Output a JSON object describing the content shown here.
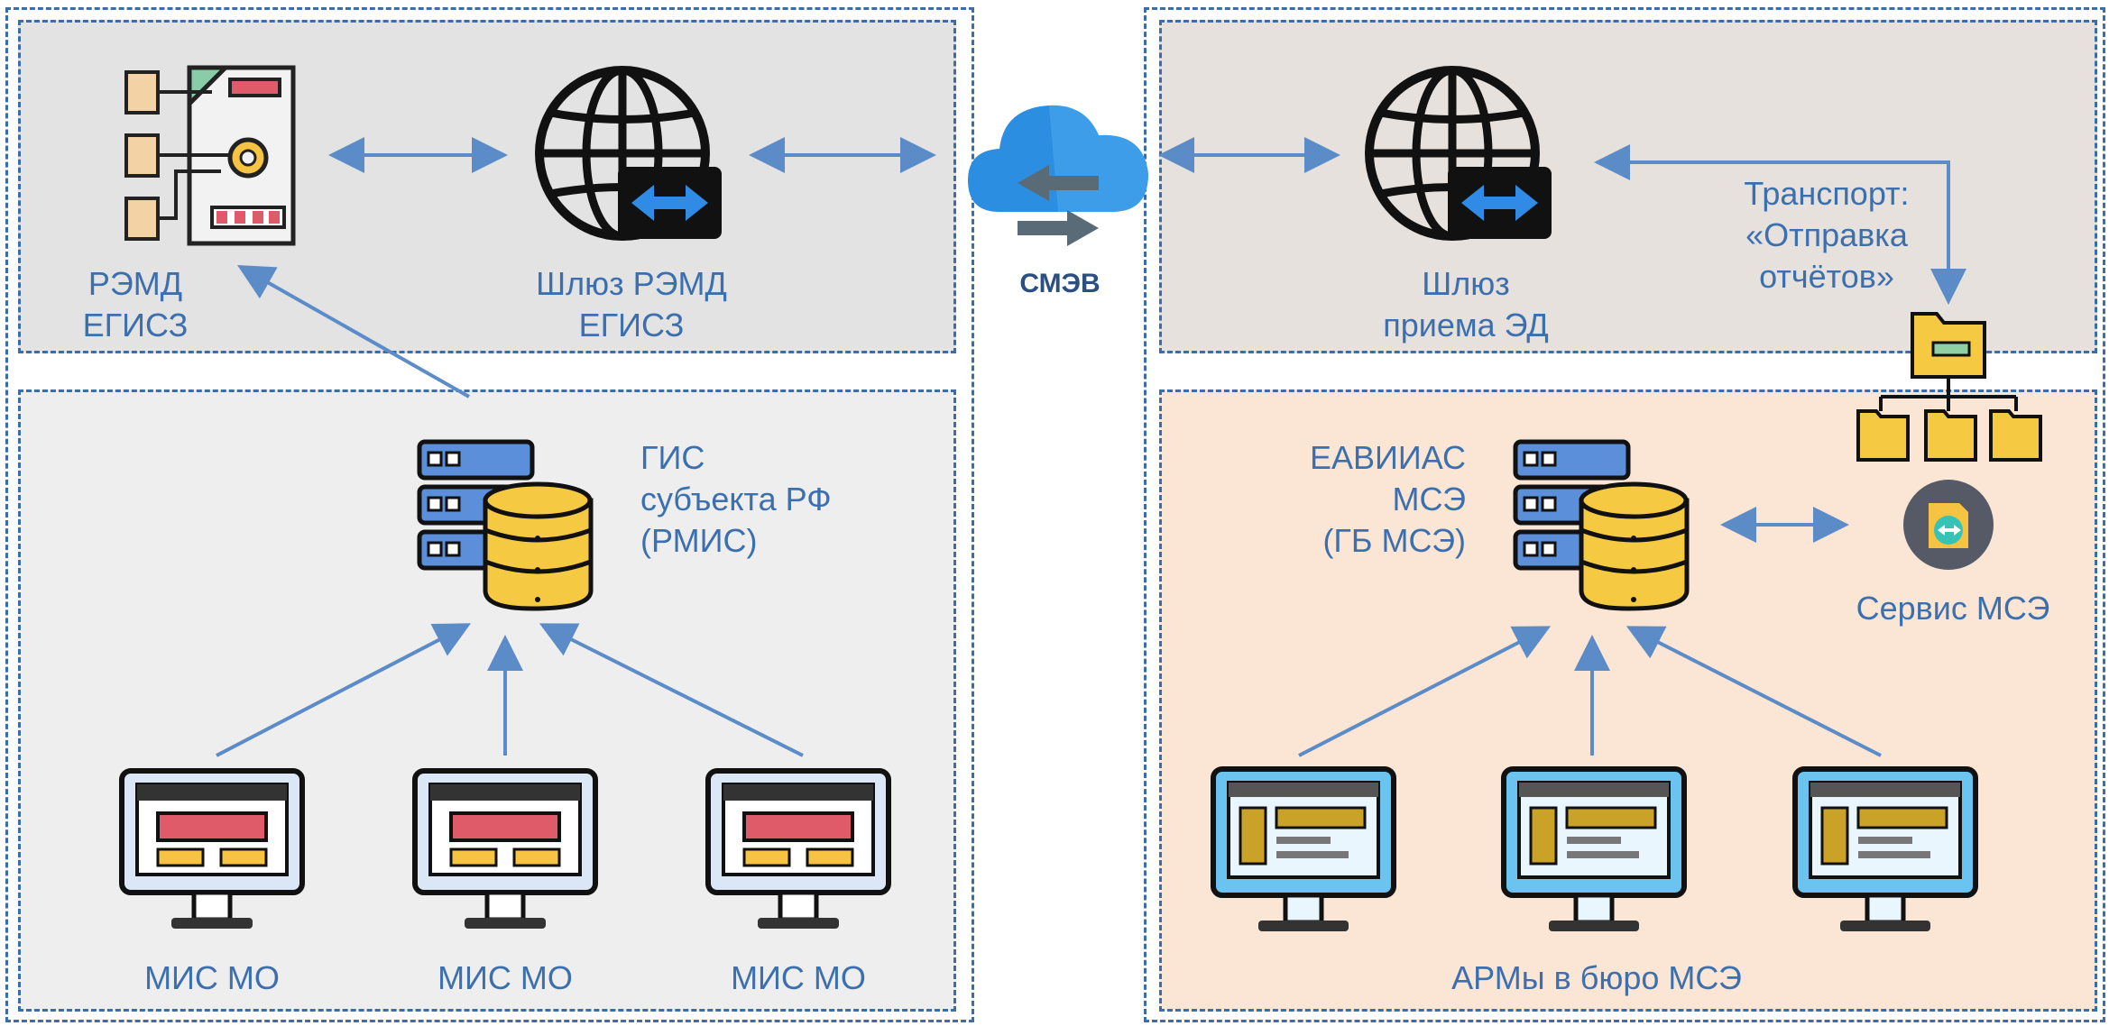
{
  "left_top": {
    "remd_label": [
      "РЭМД",
      "ЕГИСЗ"
    ],
    "gateway_label": [
      "Шлюз РЭМД",
      "ЕГИСЗ"
    ]
  },
  "left_bottom": {
    "gis_label": [
      "ГИС",
      "субъекта РФ",
      "(РМИС)"
    ],
    "mis_labels": [
      "МИС МО",
      "МИС МО",
      "МИС МО"
    ]
  },
  "center": {
    "smev_label": "СМЭВ"
  },
  "right_top": {
    "gateway_label": [
      "Шлюз",
      "приема ЭД"
    ],
    "transport_label": [
      "Транспорт:",
      "«Отправка",
      "отчётов»"
    ]
  },
  "right_bottom": {
    "db_label": [
      "ЕАВИИАС",
      "МСЭ",
      "(ГБ МСЭ)"
    ],
    "service_label": "Сервис МСЭ",
    "arm_label": "АРМы в бюро МСЭ"
  },
  "icons": {
    "remd": "document-gear-icon",
    "gateway": "globe-exchange-icon",
    "cloud": "cloud-exchange-icon",
    "database": "server-database-icon",
    "computer": "monitor-icon",
    "folders": "folder-tree-icon",
    "service": "service-badge-icon"
  },
  "colors": {
    "dash": "#3d6da8",
    "arrow": "#5b8cc8",
    "label": "#3c6fae",
    "grey_panel": "#e3e3e3",
    "light_panel": "#eeeeee",
    "beige_panel": "#e6e1dd",
    "peach_panel": "#fbe6d6"
  }
}
